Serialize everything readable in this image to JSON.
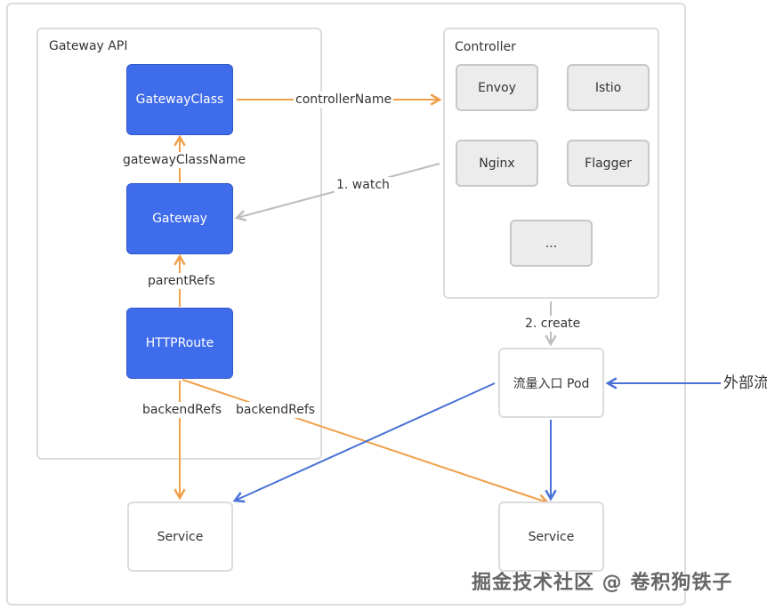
{
  "groups": {
    "gateway_api": {
      "title": "Gateway API"
    },
    "controller": {
      "title": "Controller"
    }
  },
  "resources": {
    "gateway_class": "GatewayClass",
    "gateway": "Gateway",
    "http_route": "HTTPRoute"
  },
  "controllers": [
    "Envoy",
    "Istio",
    "Nginx",
    "Flagger",
    "..."
  ],
  "nodes": {
    "ingress_pod": "流量入口 Pod",
    "service_left": "Service",
    "service_right": "Service",
    "external_traffic": "外部流量"
  },
  "edge_labels": {
    "controller_name": "controllerName",
    "gateway_class_name": "gatewayClassName",
    "parent_refs": "parentRefs",
    "backend_refs_left": "backendRefs",
    "backend_refs_right": "backendRefs",
    "watch": "1. watch",
    "create": "2. create"
  },
  "colors": {
    "orange": "#f0a04b",
    "blue": "#4a72d6",
    "gray": "#bdbdbd",
    "node_blue": "#3f6ceb"
  },
  "watermark": "掘金技术社区 @ 卷积狗铁子"
}
